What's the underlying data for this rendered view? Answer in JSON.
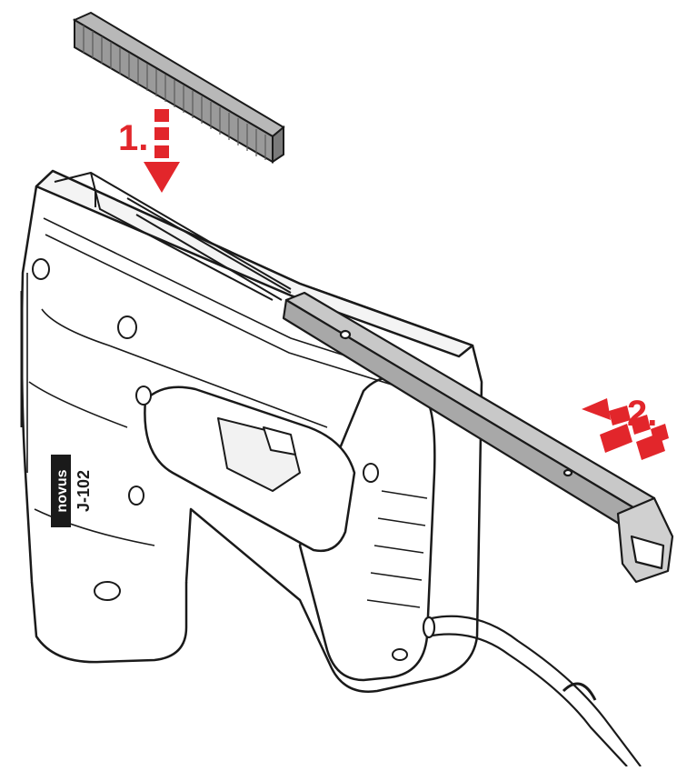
{
  "steps": [
    {
      "label": "1.",
      "action": "insert-staples"
    },
    {
      "label": "2.",
      "action": "push-feeder"
    }
  ],
  "device": {
    "brand": "novus",
    "model": "J-102"
  },
  "colors": {
    "arrow": "#e2262b",
    "outline": "#1a1a1a",
    "staples": "#9a9a9a",
    "feeder": "#a8a8a8",
    "body_fill": "#ffffff"
  }
}
